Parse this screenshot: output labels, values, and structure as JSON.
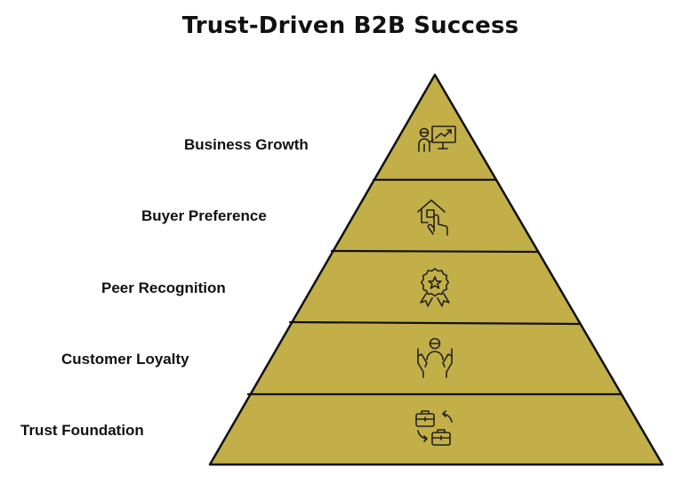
{
  "title": "Trust-Driven B2B Success",
  "colors": {
    "pyramid_fill": "#C2AF47",
    "outline": "#111111"
  },
  "tiers": [
    {
      "label": "Business Growth",
      "icon": "presenter-chart-icon"
    },
    {
      "label": "Buyer Preference",
      "icon": "house-hand-pointer-icon"
    },
    {
      "label": "Peer Recognition",
      "icon": "award-rosette-icon"
    },
    {
      "label": "Customer Loyalty",
      "icon": "person-hands-care-icon"
    },
    {
      "label": "Trust Foundation",
      "icon": "briefcase-exchange-icon"
    }
  ]
}
